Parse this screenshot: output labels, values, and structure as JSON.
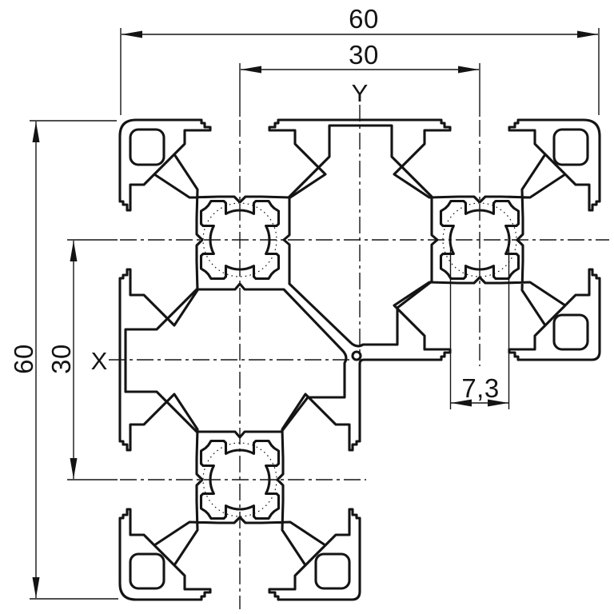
{
  "drawing": {
    "type": "technical-cross-section",
    "subject": "60x60 L-shaped aluminum extrusion profile, modular 30 grid, three slotted cells",
    "colors": {
      "background": "#ffffff",
      "ink": "#141414"
    },
    "dimensions": {
      "top_overall": {
        "label": "60",
        "unit_span": "full width"
      },
      "top_half": {
        "label": "30",
        "unit_span": "between slot center lines"
      },
      "left_overall": {
        "label": "60",
        "unit_span": "full height"
      },
      "left_half": {
        "label": "30",
        "unit_span": "between slot center lines"
      },
      "core_bore": {
        "label": "7,3",
        "unit_span": "core bore diameter"
      }
    },
    "axes": {
      "vertical": "Y",
      "horizontal": "X"
    }
  }
}
